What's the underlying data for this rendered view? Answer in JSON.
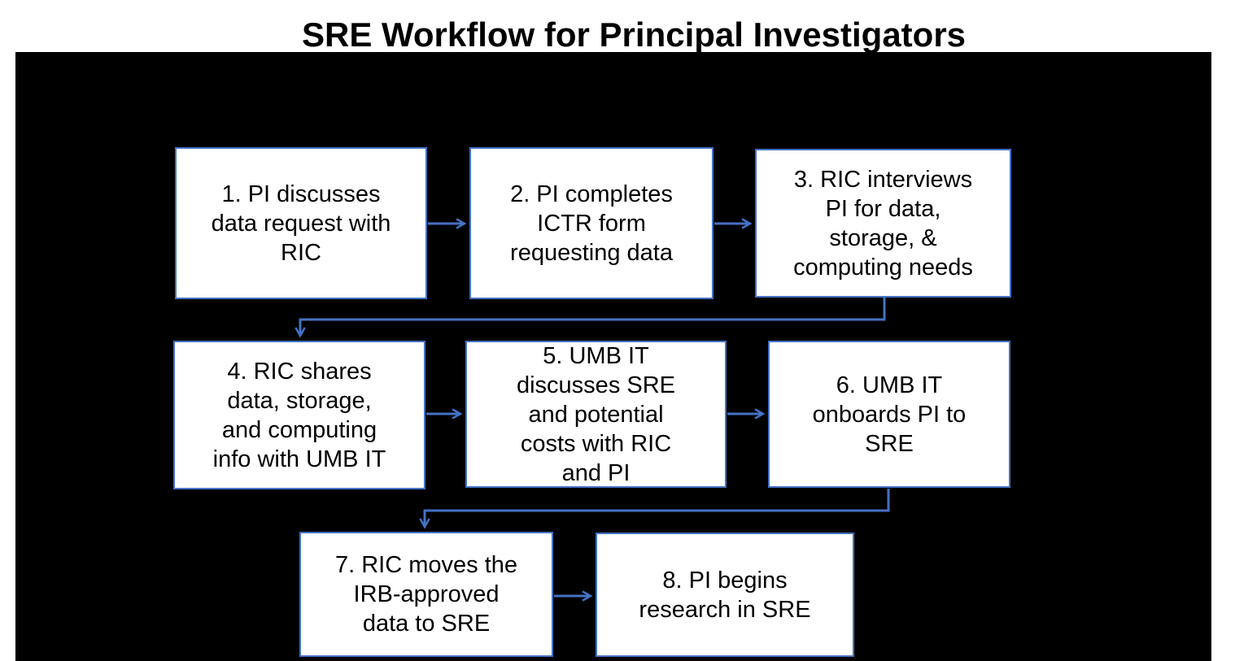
{
  "title": "SRE Workflow for Principal Investigators",
  "colors": {
    "page_background": "#ffffff",
    "panel_background": "#000000",
    "box_fill": "#ffffff",
    "box_border": "#4472c4",
    "arrow": "#4472c4",
    "box_text": "#000000",
    "title_text": "#000000"
  },
  "steps": [
    {
      "id": "step-1",
      "label": "1. PI discusses\ndata request with\nRIC"
    },
    {
      "id": "step-2",
      "label": "2. PI completes\nICTR form\nrequesting data"
    },
    {
      "id": "step-3",
      "label": "3. RIC interviews\nPI for data,\nstorage, &\ncomputing needs"
    },
    {
      "id": "step-4",
      "label": "4. RIC shares\ndata, storage,\nand computing\ninfo with UMB IT"
    },
    {
      "id": "step-5",
      "label": "5. UMB IT\ndiscusses SRE\nand potential\ncosts with RIC\nand PI"
    },
    {
      "id": "step-6",
      "label": "6. UMB IT\nonboards PI to\nSRE"
    },
    {
      "id": "step-7",
      "label": "7. RIC moves the\nIRB-approved\ndata to SRE"
    },
    {
      "id": "step-8",
      "label": "8. PI begins\nresearch in SRE"
    }
  ],
  "connections": [
    {
      "from": "step-1",
      "to": "step-2",
      "style": "straight"
    },
    {
      "from": "step-2",
      "to": "step-3",
      "style": "straight"
    },
    {
      "from": "step-3",
      "to": "step-4",
      "style": "elbow"
    },
    {
      "from": "step-4",
      "to": "step-5",
      "style": "straight"
    },
    {
      "from": "step-5",
      "to": "step-6",
      "style": "straight"
    },
    {
      "from": "step-6",
      "to": "step-7",
      "style": "elbow"
    },
    {
      "from": "step-7",
      "to": "step-8",
      "style": "straight"
    }
  ]
}
